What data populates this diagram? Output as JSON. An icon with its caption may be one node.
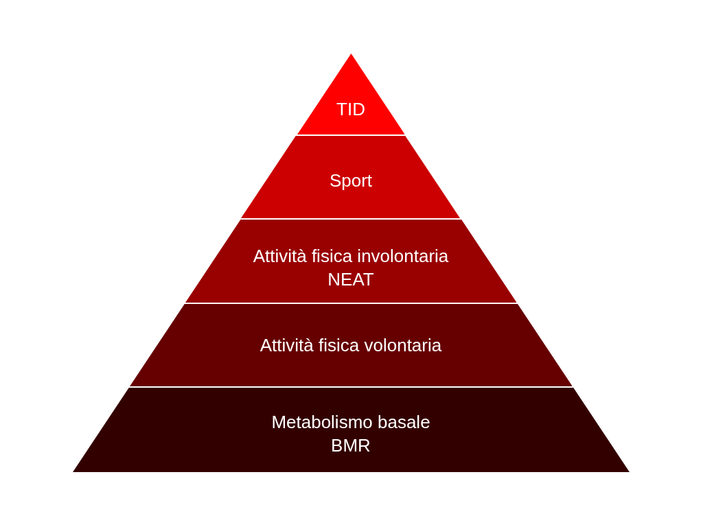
{
  "diagram": {
    "nodes": [
      {
        "text": [
          "TID"
        ]
      },
      {
        "text": [
          "Sport"
        ]
      },
      {
        "text": [
          "Attività fisica involontaria",
          "NEAT"
        ]
      },
      {
        "text": [
          "Attività fisica volontaria"
        ]
      },
      {
        "text": [
          "Metabolismo basale",
          "BMR"
        ]
      }
    ]
  }
}
